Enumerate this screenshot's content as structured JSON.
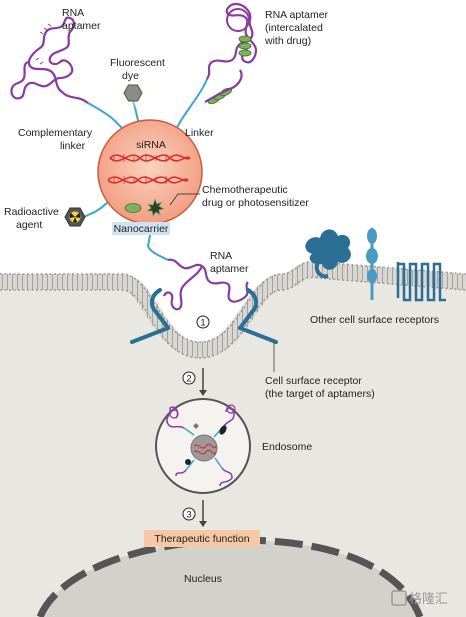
{
  "labels": {
    "rna_aptamer_top": [
      "RNA",
      "aptamer"
    ],
    "rna_aptamer_intercalated": [
      "RNA aptamer",
      "(intercalated",
      "with drug)"
    ],
    "fluorescent_dye": [
      "Fluorescent",
      "dye"
    ],
    "complementary_linker": [
      "Complementary",
      "linker"
    ],
    "linker": "Linker",
    "sirna": "siRNA",
    "chemotherapeutic": [
      "Chemotherapeutic",
      "drug or photosensitizer"
    ],
    "radioactive_agent": [
      "Radioactive",
      "agent"
    ],
    "nanocarrier": "Nanocarrier",
    "rna_aptamer_membrane": [
      "RNA",
      "aptamer"
    ],
    "other_receptors": "Other cell surface receptors",
    "cell_surface_receptor": [
      "Cell surface receptor",
      "(the target of aptamers)"
    ],
    "endosome": "Endosome",
    "therapeutic_function": "Therapeutic function",
    "nucleus": "Nucleus"
  },
  "steps": [
    "1",
    "2",
    "3"
  ],
  "watermark": "格隆汇",
  "colors": {
    "aptamer": "#8a3aa3",
    "linker": "#3aa7d1",
    "nanocarrier_fill": "#f6a890",
    "nanocarrier_stroke": "#d45f43",
    "dna_red": "#d8322e",
    "membrane": "#8f8f8f",
    "receptor_blue": "#2b6f95",
    "receptor_light": "#4a9ac2",
    "cytoplasm": "#e8e6e0",
    "therapeutic_bg": "#f6c8a6",
    "drug_green": "#7cb35a"
  }
}
